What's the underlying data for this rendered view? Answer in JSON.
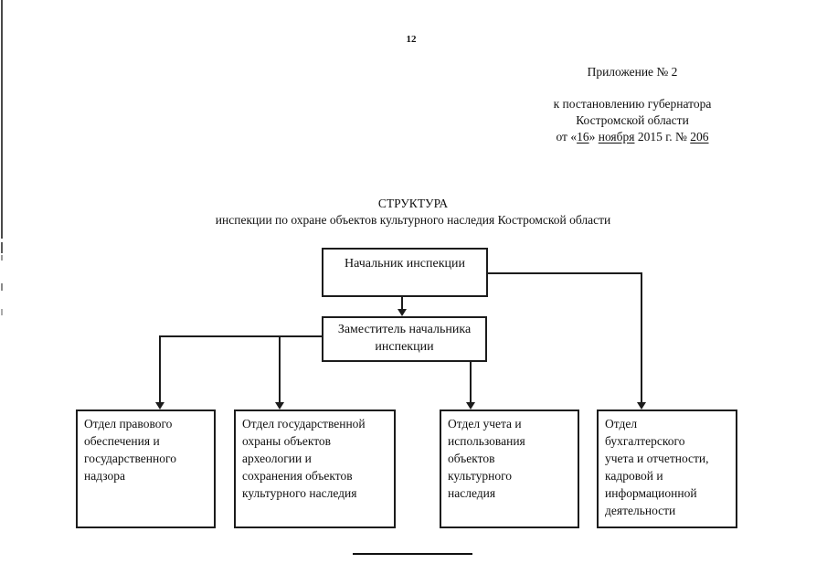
{
  "doc": {
    "page_number": "12",
    "appendix": {
      "title": "Приложение № 2",
      "line1": "к постановлению губернатора",
      "line2": "Костромской области",
      "date": {
        "pre": "от «",
        "day": "16",
        "sep1": "» ",
        "month": "ноября",
        "sep2": " 2015 г. № ",
        "num": "206"
      }
    },
    "title_line1": "СТРУКТУРА",
    "title_line2": "инспекции по охране объектов культурного наследия Костромской области"
  },
  "org": {
    "chief": "Начальник инспекции",
    "deputy": "Заместитель начальника\nинспекции",
    "departments": [
      "Отдел правового\nобеспечения и\nгосударственного\nнадзора",
      "Отдел государственной\nохраны объектов\nархеологии и\nсохранения объектов\nкультурного наследия",
      "Отдел учета и\nиспользования\nобъектов\nкультурного\nнаследия",
      "Отдел\nбухгалтерского\nучета и отчетности,\nкадровой и\nинформационной\nдеятельности"
    ],
    "edges": [
      [
        "Начальник инспекции",
        "Заместитель начальника инспекции"
      ],
      [
        "Заместитель начальника инспекции",
        "Отдел правового обеспечения и государственного надзора"
      ],
      [
        "Заместитель начальника инспекции",
        "Отдел государственной охраны объектов археологии и сохранения объектов культурного наследия"
      ],
      [
        "Заместитель начальника инспекции",
        "Отдел учета и использования объектов культурного наследия"
      ],
      [
        "Начальник инспекции",
        "Отдел бухгалтерского учета и отчетности, кадровой и информационной деятельности"
      ]
    ]
  },
  "colors": {
    "ink": "#1c1c1c",
    "page_bg": "#ffffff",
    "edge_artifact": "#4a4a4a"
  }
}
